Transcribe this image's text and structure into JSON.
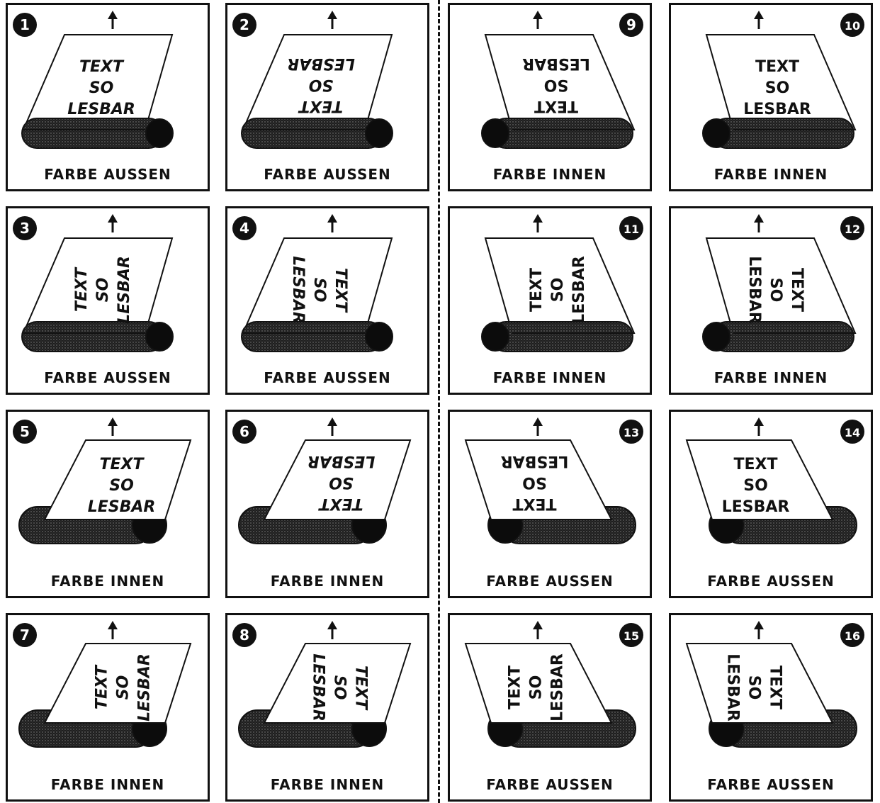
{
  "text_lines": [
    "TEXT",
    "SO",
    "LESBAR"
  ],
  "colors": {
    "ink": "#111111",
    "paper": "#ffffff"
  },
  "icons": {
    "feed_direction": "arrow-up-icon",
    "number_badge": "filled-circle-badge"
  },
  "panels": [
    {
      "number": "1",
      "caption": "FARBE AUSSEN",
      "text_rotation": 0,
      "roll": "behind-right",
      "badge_side": "left",
      "text_style": "italic"
    },
    {
      "number": "2",
      "caption": "FARBE AUSSEN",
      "text_rotation": 180,
      "roll": "behind-right",
      "badge_side": "left",
      "text_style": "italic"
    },
    {
      "number": "3",
      "caption": "FARBE AUSSEN",
      "text_rotation": -90,
      "roll": "behind-right",
      "badge_side": "left",
      "text_style": "italic"
    },
    {
      "number": "4",
      "caption": "FARBE AUSSEN",
      "text_rotation": 90,
      "roll": "behind-right",
      "badge_side": "left",
      "text_style": "italic"
    },
    {
      "number": "5",
      "caption": "FARBE INNEN",
      "text_rotation": 0,
      "roll": "front-right",
      "badge_side": "left",
      "text_style": "italic"
    },
    {
      "number": "6",
      "caption": "FARBE INNEN",
      "text_rotation": 180,
      "roll": "front-right",
      "badge_side": "left",
      "text_style": "italic"
    },
    {
      "number": "7",
      "caption": "FARBE INNEN",
      "text_rotation": -90,
      "roll": "front-right",
      "badge_side": "left",
      "text_style": "italic"
    },
    {
      "number": "8",
      "caption": "FARBE INNEN",
      "text_rotation": 90,
      "roll": "front-right",
      "badge_side": "left",
      "text_style": "italic"
    },
    {
      "number": "9",
      "caption": "FARBE INNEN",
      "text_rotation": 180,
      "roll": "behind-left",
      "badge_side": "right",
      "text_style": "normal"
    },
    {
      "number": "10",
      "caption": "FARBE INNEN",
      "text_rotation": 0,
      "roll": "behind-left",
      "badge_side": "right",
      "text_style": "normal"
    },
    {
      "number": "11",
      "caption": "FARBE INNEN",
      "text_rotation": -90,
      "roll": "behind-left",
      "badge_side": "right",
      "text_style": "normal"
    },
    {
      "number": "12",
      "caption": "FARBE INNEN",
      "text_rotation": 90,
      "roll": "behind-left",
      "badge_side": "right",
      "text_style": "normal"
    },
    {
      "number": "13",
      "caption": "FARBE AUSSEN",
      "text_rotation": 180,
      "roll": "front-left",
      "badge_side": "right",
      "text_style": "normal"
    },
    {
      "number": "14",
      "caption": "FARBE AUSSEN",
      "text_rotation": 0,
      "roll": "front-left",
      "badge_side": "right",
      "text_style": "normal"
    },
    {
      "number": "15",
      "caption": "FARBE AUSSEN",
      "text_rotation": -90,
      "roll": "front-left",
      "badge_side": "right",
      "text_style": "normal"
    },
    {
      "number": "16",
      "caption": "FARBE AUSSEN",
      "text_rotation": 90,
      "roll": "front-left",
      "badge_side": "right",
      "text_style": "normal"
    }
  ]
}
